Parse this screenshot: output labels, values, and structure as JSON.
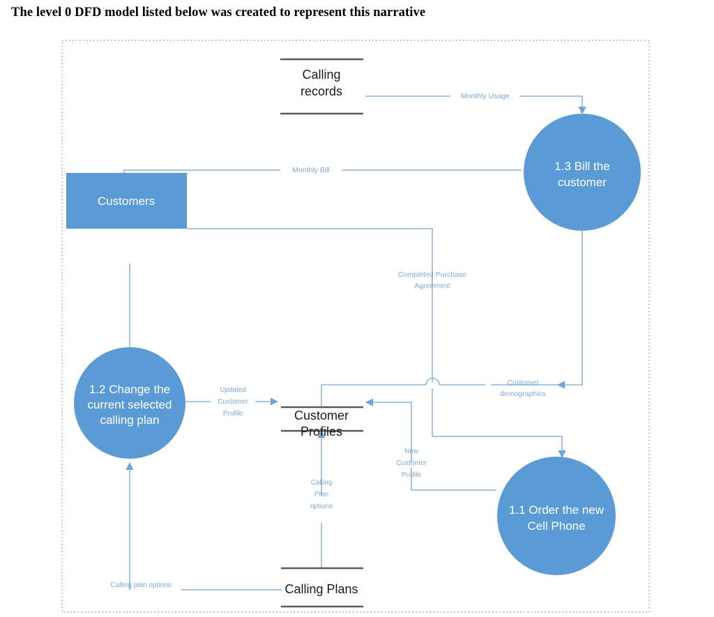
{
  "page": {
    "title": "The level 0 DFD model listed below was created to represent this narrative"
  },
  "diagram": {
    "type": "data-flow-diagram",
    "level": "0",
    "colors": {
      "process_fill": "#5b9bd5",
      "entity_fill": "#5b9bd5",
      "connector": "#8bb4dd",
      "flow_label_text": "#7fa9d4",
      "store_line": "#5a5a5a",
      "boundary": "#9a9a9a",
      "node_text": "#ffffff"
    },
    "processes": [
      {
        "id": "p11",
        "label_lines": [
          "1.1 Order the new",
          "Cell Phone"
        ],
        "label": "1.1 Order the new Cell Phone"
      },
      {
        "id": "p12",
        "label_lines": [
          "1.2 Change the",
          "current selected",
          "calling plan"
        ],
        "label": "1.2 Change the current selected calling plan"
      },
      {
        "id": "p13",
        "label_lines": [
          "1.3 Bill the",
          "customer"
        ],
        "label": "1.3 Bill the customer"
      }
    ],
    "entities": [
      {
        "id": "e_customers",
        "label": "Customers"
      }
    ],
    "data_stores": [
      {
        "id": "ds_calling_records",
        "label_lines": [
          "Calling",
          "records"
        ],
        "label": "Calling records"
      },
      {
        "id": "ds_customer_profiles",
        "label_lines": [
          "Customer",
          "Profiles"
        ],
        "label": "Customer Profiles"
      },
      {
        "id": "ds_calling_plans",
        "label_lines": [
          "Calling Plans"
        ],
        "label": "Calling Plans"
      }
    ],
    "flows": [
      {
        "id": "f_monthly_usage",
        "label": "Monthly Usage",
        "label_lines": [
          "Monthly Usage"
        ],
        "from": "ds_calling_records",
        "to": "p13"
      },
      {
        "id": "f_monthly_bill",
        "label": "Monthly Bill",
        "label_lines": [
          "Monthly Bill"
        ],
        "from": "p13",
        "to": "e_customers"
      },
      {
        "id": "f_completed_purchase_agreement",
        "label": "Completed Purchase Agreement",
        "label_lines": [
          "Completed Purchase",
          "Agreement"
        ],
        "from": "e_customers",
        "to": "p11"
      },
      {
        "id": "f_customer_demographics",
        "label": "Customer demographics",
        "label_lines": [
          "Customer",
          "demographics"
        ],
        "from": "ds_customer_profiles",
        "to": "p13"
      },
      {
        "id": "f_updated_customer_profile",
        "label": "Updated Customer Profile",
        "label_lines": [
          "Updated",
          "Customer",
          "Profile"
        ],
        "from": "p12",
        "to": "ds_customer_profiles"
      },
      {
        "id": "f_new_customer_profile",
        "label": "New Customer Profile",
        "label_lines": [
          "New",
          "Customer",
          "Profile"
        ],
        "from": "p11",
        "to": "ds_customer_profiles"
      },
      {
        "id": "f_calling_plan_options_store",
        "label": "Calling Plan options",
        "label_lines": [
          "Calling",
          "Plan",
          "options"
        ],
        "from": "ds_calling_plans",
        "to": "ds_customer_profiles"
      },
      {
        "id": "f_calling_plan_options_proc",
        "label": "Calling plan options",
        "label_lines": [
          "Calling plan options"
        ],
        "from": "ds_calling_plans",
        "to": "p12"
      },
      {
        "id": "f_customers_to_p12",
        "label": "",
        "label_lines": [],
        "from": "e_customers",
        "to": "p12"
      }
    ]
  }
}
